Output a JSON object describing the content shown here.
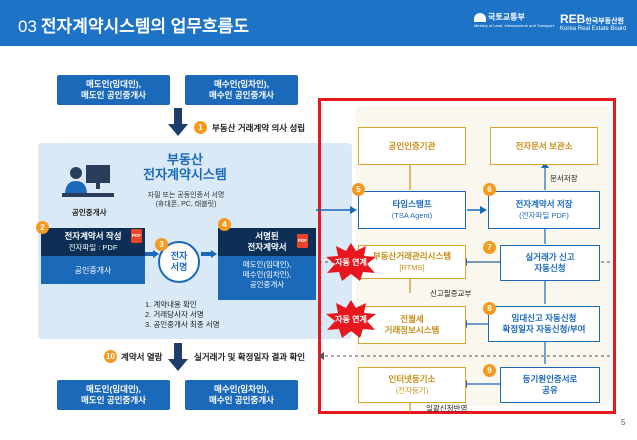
{
  "header": {
    "number": "03",
    "title": "전자계약시스템의 업무흐름도",
    "logo_ministry": "국토교통부",
    "logo_ministry_en": "Ministry of Land, Infrastructure and Transport",
    "logo_reb": "한국부동산원",
    "logo_reb_mark": "REB",
    "logo_reb_en": "Korea Real Estate Board"
  },
  "top": {
    "seller_box": "매도인(임대인),\n매도인 공인중개사",
    "buyer_box": "매수인(임차인),\n매수인 공인중개사",
    "step1_label": "부동산 거래계약 의사 성립"
  },
  "system": {
    "title": "부동산\n전자계약시스템",
    "subtitle": "자필 또는 공동인증서 서명\n(휴대폰, PC, 태블릿)",
    "agent_label": "공인중개사",
    "step2_title": "전자계약서 작성",
    "step2_sub": "전자파일 : PDF",
    "step2_footer": "공인중개사",
    "step3_label": "전자\n서명",
    "step4_title": "서명된\n전자계약서",
    "step4_parties": "매도인(임대인),\n매수인(임차인),\n공인중개사",
    "checklist": "1. 계약내용 확인\n2. 거래당사자 서명\n3. 공인중개사 최종 서명"
  },
  "bottom": {
    "step10_label": "계약서 열람",
    "step10_tail": "실거래가 및 확정일자 결과 확인",
    "seller_box": "매도인(임대인),\n매도인 공인중개사",
    "buyer_box": "매수인(임차인),\n매수인 공인중개사"
  },
  "right": {
    "cert_authority": "공인인증기관",
    "doc_vault": "전자문서 보관소",
    "doc_storage_note": "문서저장",
    "step5_title": "타임스탬프",
    "step5_sub": "(TSA Agent)",
    "step6_title": "전자계약서 저장",
    "step6_sub": "(전자파일 PDF)",
    "rtms_title": "부동산거래관리시스템",
    "rtms_sub": "[RTMS]",
    "step7_title": "실거래가 신고\n자동신청",
    "rtms_note": "신고필증교부",
    "link1": "자동 연계",
    "rent_title": "전월세\n거래정보시스템",
    "step8_title": "임대신고 자동신청\n확정일자 자동신청/부여",
    "link2": "자동 연계",
    "registry_title": "인터넷등기소",
    "registry_sub": "(전자등기)",
    "step9_title": "등기원인증서로\n공유",
    "registry_note": "일괄신청반영"
  },
  "badges": [
    "1",
    "2",
    "3",
    "4",
    "5",
    "6",
    "7",
    "8",
    "9",
    "10"
  ],
  "colors": {
    "brand_blue": "#1d73c5",
    "box_blue": "#1b69b9",
    "panel": "#d9e9f6",
    "gold": "#d9a531",
    "badge": "#f59a1f",
    "red": "#e8171f"
  },
  "page_number": "5"
}
